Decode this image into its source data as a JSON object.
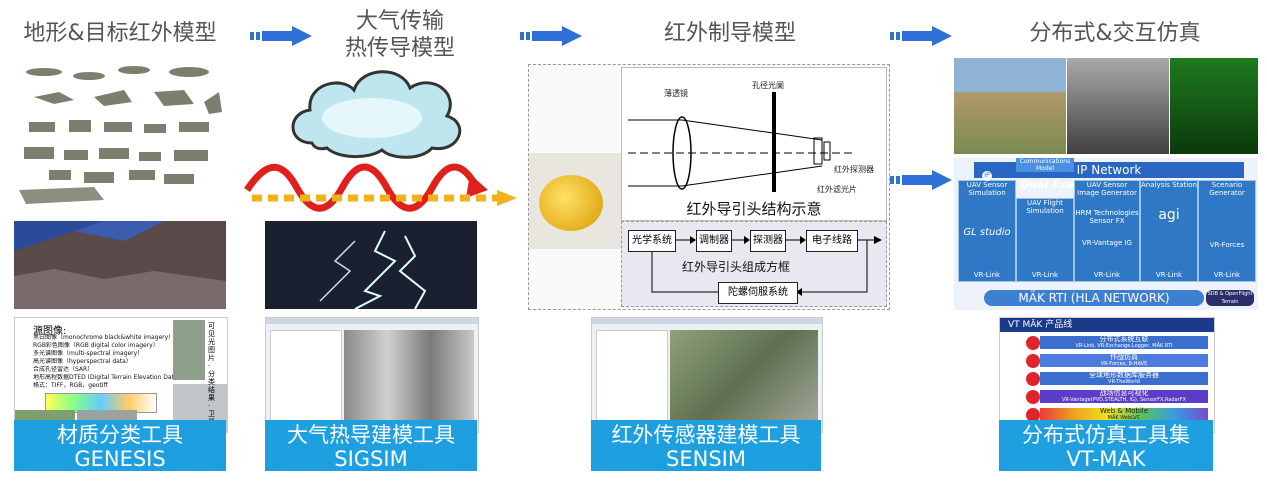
{
  "headings": {
    "col1": "地形&目标红外模型",
    "col2_line1": "大气传输",
    "col2_line2": "热传导模型",
    "col3": "红外制导模型",
    "col4": "分布式&交互仿真"
  },
  "guidance": {
    "struct_caption": "红外导引头结构示意",
    "lens_label": "薄透镜",
    "aperture_label": "孔径光阑",
    "detector_label": "红外探测器",
    "filter_label": "红外滤光片",
    "blocks": [
      "光学系统",
      "调制器",
      "探测器",
      "电子线路"
    ],
    "block_caption": "红外导引头组成方框",
    "servo_label": "陀螺伺服系统"
  },
  "genesis_shot": {
    "title": "源图像:",
    "lines": [
      "黑白图像（monochrome black&white imagery）",
      "RGB彩色图像（RGB digital color imagery）",
      "多光谱图像（multi-spectral imagery）",
      "高光谱图像（hyperspectral data）",
      "合成孔径雷达（SAR）",
      "地形高程数据DTED (Digital Terrain Elevation Data)等 ...",
      "格式：TIFF，RGB，geotiff"
    ],
    "side_text": "可见光图片 · 分类结果 · 卫星图片"
  },
  "rti": {
    "network": "IP Network",
    "top_modules": [
      "Communications Model",
      "Qual Exata"
    ],
    "cells": [
      {
        "title": "UAV Sensor Simulation",
        "foot": "VR-Link"
      },
      {
        "title": "UAV Flight Simulation",
        "foot": "VR-Link"
      },
      {
        "title": "UAV Sensor Image Generator",
        "foot": "VR-Link"
      },
      {
        "title": "Analysis Station",
        "foot": "VR-Link"
      },
      {
        "title": "Scenario Generator",
        "foot": "VR-Link"
      }
    ],
    "logos": [
      "GL studio",
      "HRM Technologies Sensor FX",
      "agi",
      "VR-Vantage IG",
      "VR-Forces"
    ],
    "rti_label": "MÄK RTI (HLA NETWORK)",
    "badge": "SDB & OpenFlight Terrain",
    "ip_tag": "IP"
  },
  "mak": {
    "title": "VT MÄK 产品线",
    "rows": [
      {
        "label": "分布式系统互联",
        "sub": "VR-Link, VR-Exchange,Logger, MÄK RTI"
      },
      {
        "label": "作战仿真",
        "sub": "VR-Forces, B-HAVE"
      },
      {
        "label": "全球地形数据库服务器",
        "sub": "VR-TheWorld"
      },
      {
        "label": "战场信息可视化",
        "sub": "VR-Vantage(PVD,STEALTH, IG), SensorFX,RadarFX"
      },
      {
        "label": "Web & Mobile",
        "sub": "MÄK WebLVC"
      }
    ]
  },
  "captions": [
    {
      "line1": "材质分类工具",
      "line2": "GENESIS"
    },
    {
      "line1": "大气热导建模工具",
      "line2": "SIGSIM"
    },
    {
      "line1": "红外传感器建模工具",
      "line2": "SENSIM"
    },
    {
      "line1": "分布式仿真工具集",
      "line2": "VT-MAK"
    }
  ],
  "colors": {
    "caption_bg": "#1e9fe0",
    "arrow_blue": "#2f6fd6",
    "heading_text": "#555555"
  }
}
